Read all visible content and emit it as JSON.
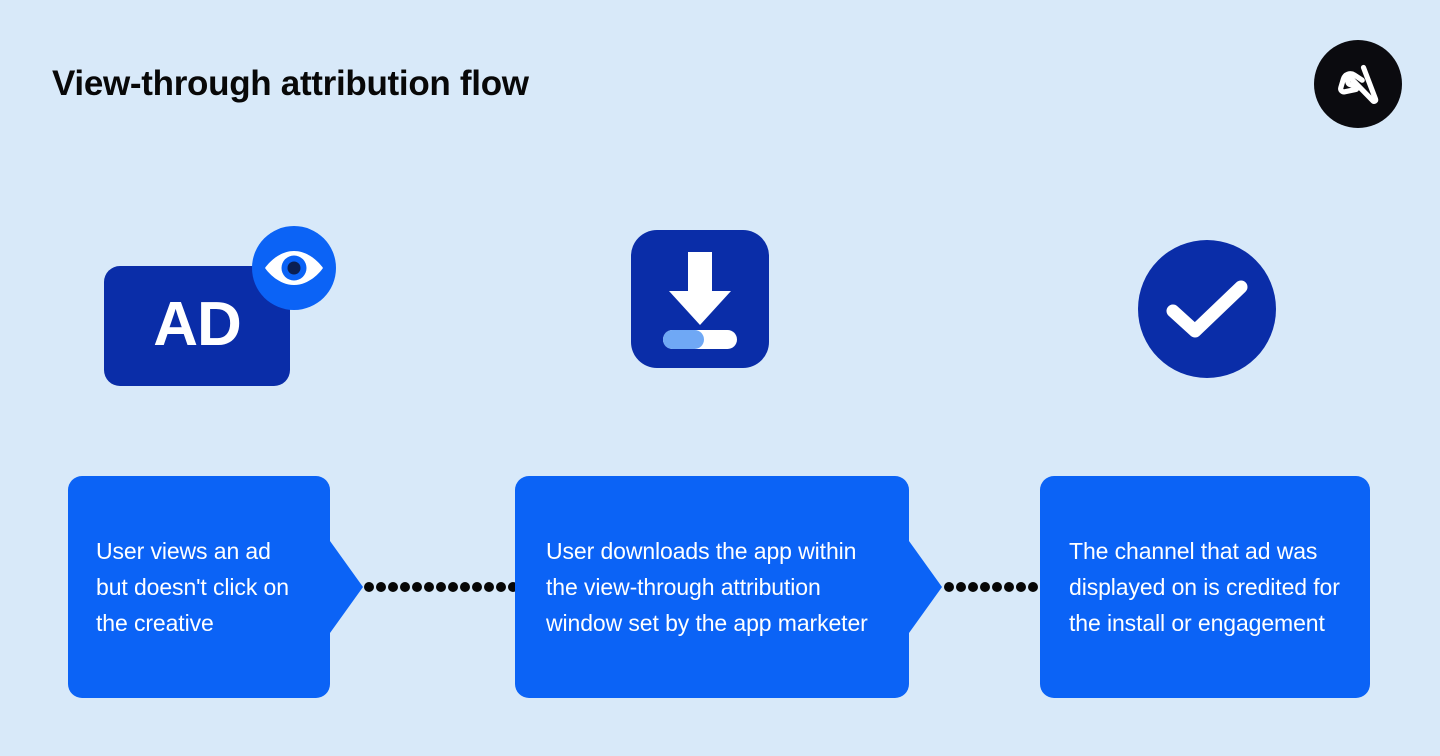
{
  "header": {
    "title": "View-through attribution flow",
    "logo_icon": "adjust-a-logo-icon",
    "logo_bg": "#0b0b0f",
    "logo_mark_color": "#ffffff"
  },
  "theme": {
    "background": "#d8e9f9",
    "card_blue": "#0b63f6",
    "icon_navy": "#0a2da8",
    "accent_light_blue": "#6fa8f5",
    "dot_black": "#070707",
    "title_color": "#080808",
    "card_text_color": "#ffffff"
  },
  "icons": [
    {
      "name": "ad-view-icon",
      "badge_label": "AD",
      "overlay_icon": "eye-icon",
      "badge_color": "#0a2da8",
      "overlay_color": "#0b63f6"
    },
    {
      "name": "app-download-icon",
      "glyph": "download-arrow-icon",
      "progress_icon": "progress-bar-icon",
      "progress_percent": 55,
      "tile_color": "#0a2da8"
    },
    {
      "name": "attribution-credited-icon",
      "glyph": "check-mark-icon",
      "circle_color": "#0a2da8"
    }
  ],
  "flow": {
    "steps": [
      {
        "id": "step-1",
        "text": "User views an ad but doesn't click on the creative",
        "has_point": true
      },
      {
        "id": "step-2",
        "text": "User downloads the app within the view-through attribution window set by the app marketer",
        "has_point": true
      },
      {
        "id": "step-3",
        "text": "The channel that ad was displayed on is credited for the install or engagement",
        "has_point": false
      }
    ],
    "connectors": [
      {
        "id": "connector-1",
        "style": "dotted",
        "dot_count": 13
      },
      {
        "id": "connector-2",
        "style": "dotted",
        "dot_count": 9
      }
    ]
  }
}
